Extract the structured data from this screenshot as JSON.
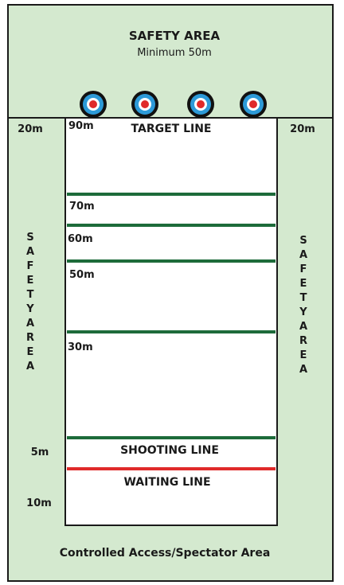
{
  "top_area": {
    "title": "SAFETY AREA",
    "subtitle": "Minimum 50m"
  },
  "side_widths": {
    "left": "20m",
    "right": "20m"
  },
  "side_areas": {
    "left_letters": [
      "S",
      "A",
      "F",
      "E",
      "T",
      "Y",
      "A",
      "R",
      "E",
      "A"
    ],
    "right_letters": [
      "S",
      "A",
      "F",
      "E",
      "T",
      "Y",
      "A",
      "R",
      "E",
      "A"
    ]
  },
  "range": {
    "target_line_label": "TARGET LINE",
    "distances": [
      {
        "label": "90m"
      },
      {
        "label": "70m"
      },
      {
        "label": "60m"
      },
      {
        "label": "50m"
      },
      {
        "label": "30m"
      }
    ],
    "shooting_line_label": "SHOOTING LINE",
    "waiting_line_label": "WAITING LINE",
    "margin_labels": {
      "shooting_gap": "5m",
      "waiting_gap": "10m"
    }
  },
  "spectator_area": {
    "label": "Controlled Access/Spectator Area"
  },
  "targets_count": 4,
  "colors": {
    "safety_green": "#d4e9cf",
    "distance_line": "#1d6b3a",
    "waiting_line": "#e02a2a",
    "target_outer": "#111111",
    "target_blue": "#2d9ad8",
    "target_white": "#ffffff",
    "target_red": "#e02a2a"
  }
}
